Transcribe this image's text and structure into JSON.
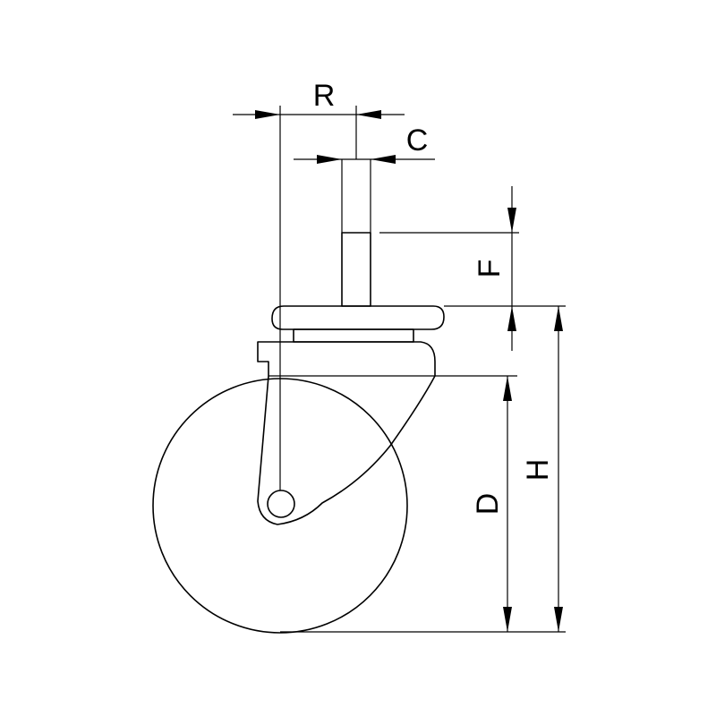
{
  "diagram": {
    "labels": {
      "r": "R",
      "c": "C",
      "f": "F",
      "d": "D",
      "h": "H"
    },
    "colors": {
      "line": "#000000",
      "background": "#ffffff"
    }
  }
}
